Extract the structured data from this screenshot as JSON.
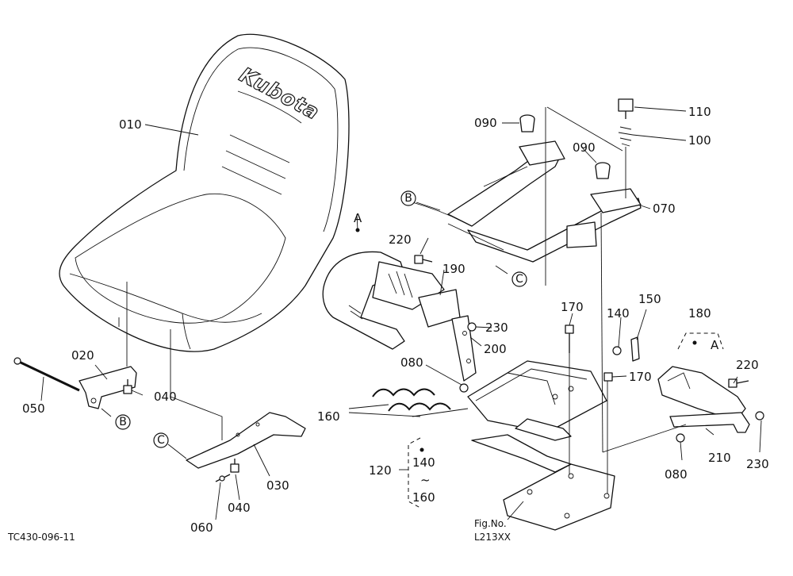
{
  "brand_text": "Kubota",
  "figure": {
    "label": "Fig.No.",
    "number": "L213XX"
  },
  "drawing_code": "TC430-096-11",
  "callouts": [
    "B",
    "C",
    "B",
    "C",
    "A",
    "A"
  ],
  "parts": [
    {
      "id": "010"
    },
    {
      "id": "020"
    },
    {
      "id": "030"
    },
    {
      "id": "040"
    },
    {
      "id": "040"
    },
    {
      "id": "050"
    },
    {
      "id": "060"
    },
    {
      "id": "070"
    },
    {
      "id": "080"
    },
    {
      "id": "080"
    },
    {
      "id": "090"
    },
    {
      "id": "090"
    },
    {
      "id": "100"
    },
    {
      "id": "110"
    },
    {
      "id": "120"
    },
    {
      "id": "140"
    },
    {
      "id": "150"
    },
    {
      "id": "160"
    },
    {
      "id": "170"
    },
    {
      "id": "170"
    },
    {
      "id": "180"
    },
    {
      "id": "190"
    },
    {
      "id": "200"
    },
    {
      "id": "210"
    },
    {
      "id": "220"
    },
    {
      "id": "220"
    },
    {
      "id": "230"
    },
    {
      "id": "230"
    }
  ],
  "range_group": {
    "from": "140",
    "sep": "~",
    "to": "160"
  }
}
